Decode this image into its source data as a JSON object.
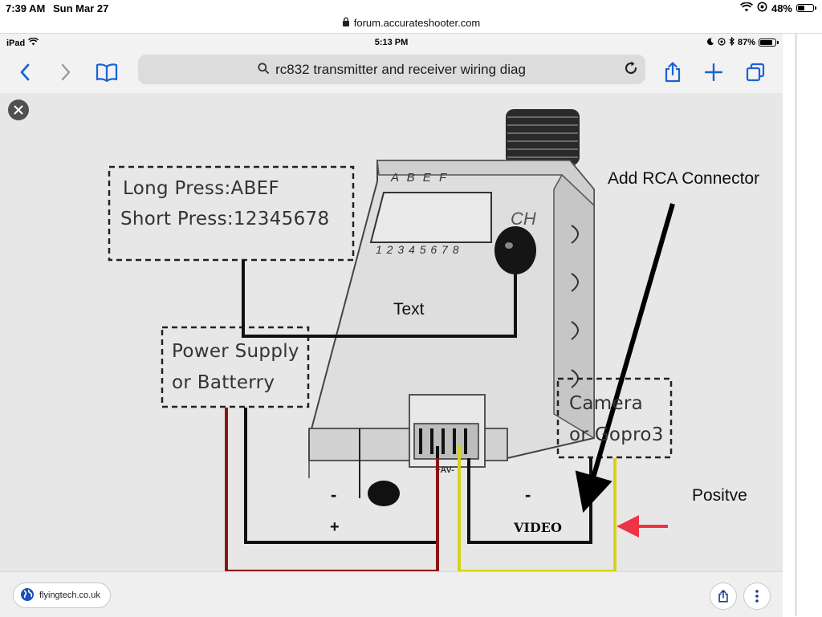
{
  "outer_status": {
    "time": "7:39 AM",
    "date": "Sun Mar 27",
    "battery": "48%",
    "battery_level": 0.48
  },
  "outer_url": {
    "domain": "forum.accurateshooter.com"
  },
  "inner_status": {
    "device": "iPad",
    "time": "5:13 PM",
    "battery": "87%",
    "battery_level": 0.87
  },
  "toolbar": {
    "search_text": "rc832 transmitter and receiver wiring diag"
  },
  "icons": {
    "back": "chevron-left-icon",
    "forward": "chevron-right-icon",
    "bookmarks": "book-icon",
    "search": "magnifier-icon",
    "reload": "reload-icon",
    "share": "share-icon",
    "new_tab": "plus-icon",
    "tabs": "tabs-icon",
    "close": "close-icon",
    "globe": "globe-icon",
    "more": "ellipsis-icon"
  },
  "diagram": {
    "keys_box": {
      "line1": "Long Press:ABEF",
      "line2": "Short Press:12345678"
    },
    "power_box": {
      "line1": "Power Supply",
      "line2": "or Batterry"
    },
    "camera_box": {
      "line1": "Camera",
      "line2": "or Gopro3"
    },
    "device_top_label": "A B E F",
    "device_digits": "1 2 3 4 5 6 7 8",
    "device_ch": "CH",
    "connector_label": "+AV-",
    "minus_left": "-",
    "plus_label": "+",
    "minus_right": "-",
    "video_label": "VIDEO",
    "annotation_rca": "Add RCA Connector",
    "annotation_text": "Text",
    "annotation_positive": "Positve",
    "colors": {
      "red_wire": "#8b1515",
      "yellow_wire": "#d4d418",
      "black_wire": "#111111",
      "red_arrow": "#ee3344"
    }
  },
  "source": {
    "site": "flyingtech.co.uk"
  }
}
